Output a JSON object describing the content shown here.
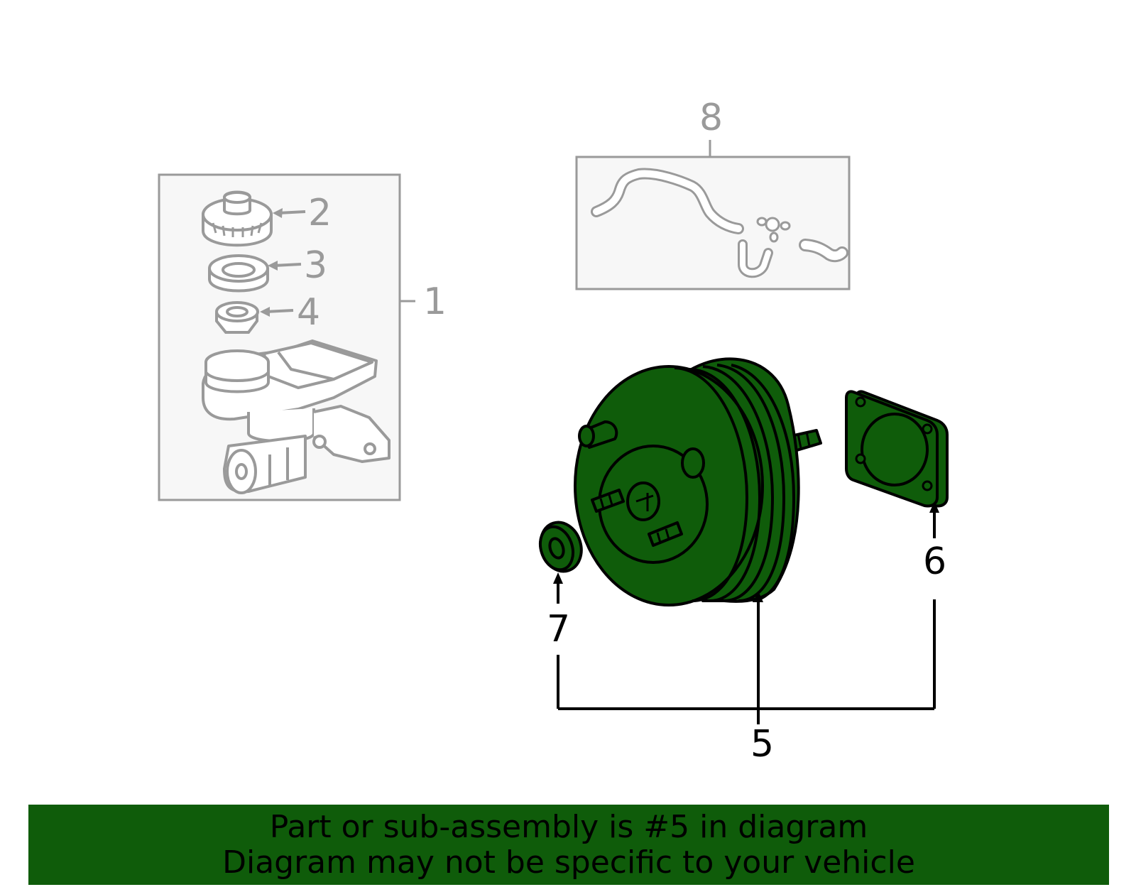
{
  "colors": {
    "highlight": "#0f5c0a",
    "muted": "#9a9a9a",
    "ink": "#000000",
    "panel": "#f7f7f7"
  },
  "callouts": {
    "c1": "1",
    "c2": "2",
    "c3": "3",
    "c4": "4",
    "c5": "5",
    "c6": "6",
    "c7": "7",
    "c8": "8"
  },
  "banner": {
    "line1": "Part or sub-assembly is #5 in diagram",
    "line2": "Diagram may not be specific to your vehicle"
  }
}
